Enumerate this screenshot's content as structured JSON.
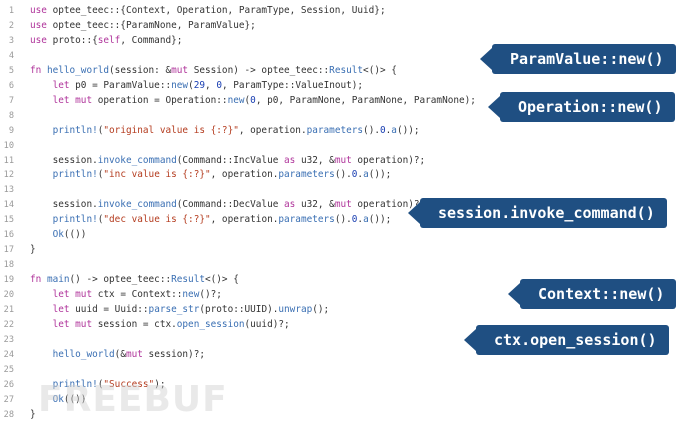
{
  "code": [
    {
      "n": "1",
      "tokens": [
        [
          "kw",
          "use"
        ],
        [
          "",
          "optee_teec::{Context, Operation, ParamType, Session, Uuid};"
        ]
      ]
    },
    {
      "n": "2",
      "tokens": [
        [
          "kw",
          "use"
        ],
        [
          "",
          "optee_teec::{ParamNone, ParamValue};"
        ]
      ]
    },
    {
      "n": "3",
      "tokens": [
        [
          "kw",
          "use"
        ],
        [
          "",
          "proto::{"
        ],
        [
          "kw",
          "self"
        ],
        [
          "",
          ", Command};"
        ]
      ]
    },
    {
      "n": "4",
      "tokens": []
    },
    {
      "n": "5",
      "tokens": [
        [
          "kw",
          "fn"
        ],
        [
          "fn",
          "hello_world"
        ],
        [
          "",
          "(session: &"
        ],
        [
          "kw",
          "mut"
        ],
        [
          "",
          " Session) -> optee_teec::"
        ],
        [
          "fn",
          "Result"
        ],
        [
          "",
          "<()> {"
        ]
      ]
    },
    {
      "n": "6",
      "tokens": [
        [
          "",
          "    "
        ],
        [
          "kw",
          "let"
        ],
        [
          "",
          " p0 = ParamValue::"
        ],
        [
          "fn",
          "new"
        ],
        [
          "",
          "("
        ],
        [
          "num",
          "29"
        ],
        [
          "",
          ", "
        ],
        [
          "num",
          "0"
        ],
        [
          "",
          ", ParamType::ValueInout);"
        ]
      ]
    },
    {
      "n": "7",
      "tokens": [
        [
          "",
          "    "
        ],
        [
          "kw",
          "let mut"
        ],
        [
          "",
          " operation = Operation::"
        ],
        [
          "fn",
          "new"
        ],
        [
          "",
          "("
        ],
        [
          "num",
          "0"
        ],
        [
          "",
          ", p0, ParamNone, ParamNone, ParamNone);"
        ]
      ]
    },
    {
      "n": "8",
      "tokens": []
    },
    {
      "n": "9",
      "tokens": [
        [
          "",
          "    "
        ],
        [
          "mac",
          "println!"
        ],
        [
          "",
          "("
        ],
        [
          "str",
          "\"original value is {:?}\""
        ],
        [
          "",
          ", operation."
        ],
        [
          "fn",
          "parameters"
        ],
        [
          "",
          "()."
        ],
        [
          "num",
          "0"
        ],
        [
          "",
          "."
        ],
        [
          "fn",
          "a"
        ],
        [
          "",
          "());"
        ]
      ]
    },
    {
      "n": "10",
      "tokens": []
    },
    {
      "n": "11",
      "tokens": [
        [
          "",
          "    session."
        ],
        [
          "fn",
          "invoke_command"
        ],
        [
          "",
          "(Command::IncValue "
        ],
        [
          "kw",
          "as"
        ],
        [
          "",
          " u32, &"
        ],
        [
          "kw",
          "mut"
        ],
        [
          "",
          " operation)?;"
        ]
      ]
    },
    {
      "n": "12",
      "tokens": [
        [
          "",
          "    "
        ],
        [
          "mac",
          "println!"
        ],
        [
          "",
          "("
        ],
        [
          "str",
          "\"inc value is {:?}\""
        ],
        [
          "",
          ", operation."
        ],
        [
          "fn",
          "parameters"
        ],
        [
          "",
          "()."
        ],
        [
          "num",
          "0"
        ],
        [
          "",
          "."
        ],
        [
          "fn",
          "a"
        ],
        [
          "",
          "());"
        ]
      ]
    },
    {
      "n": "13",
      "tokens": []
    },
    {
      "n": "14",
      "tokens": [
        [
          "",
          "    session."
        ],
        [
          "fn",
          "invoke_command"
        ],
        [
          "",
          "(Command::DecValue "
        ],
        [
          "kw",
          "as"
        ],
        [
          "",
          " u32, &"
        ],
        [
          "kw",
          "mut"
        ],
        [
          "",
          " operation)?;"
        ]
      ]
    },
    {
      "n": "15",
      "tokens": [
        [
          "",
          "    "
        ],
        [
          "mac",
          "println!"
        ],
        [
          "",
          "("
        ],
        [
          "str",
          "\"dec value is {:?}\""
        ],
        [
          "",
          ", operation."
        ],
        [
          "fn",
          "parameters"
        ],
        [
          "",
          "()."
        ],
        [
          "num",
          "0"
        ],
        [
          "",
          "."
        ],
        [
          "fn",
          "a"
        ],
        [
          "",
          "());"
        ]
      ]
    },
    {
      "n": "16",
      "tokens": [
        [
          "",
          "    "
        ],
        [
          "fn",
          "Ok"
        ],
        [
          "",
          "(())"
        ]
      ]
    },
    {
      "n": "17",
      "tokens": [
        [
          "",
          "}"
        ]
      ]
    },
    {
      "n": "18",
      "tokens": []
    },
    {
      "n": "19",
      "tokens": [
        [
          "kw",
          "fn"
        ],
        [
          "fn",
          "main"
        ],
        [
          "",
          "() -> optee_teec::"
        ],
        [
          "fn",
          "Result"
        ],
        [
          "",
          "<()> {"
        ]
      ]
    },
    {
      "n": "20",
      "tokens": [
        [
          "",
          "    "
        ],
        [
          "kw",
          "let mut"
        ],
        [
          "",
          " ctx = Context::"
        ],
        [
          "fn",
          "new"
        ],
        [
          "",
          "()?;"
        ]
      ]
    },
    {
      "n": "21",
      "tokens": [
        [
          "",
          "    "
        ],
        [
          "kw",
          "let"
        ],
        [
          "",
          " uuid = Uuid::"
        ],
        [
          "fn",
          "parse_str"
        ],
        [
          "",
          "(proto::UUID)."
        ],
        [
          "fn",
          "unwrap"
        ],
        [
          "",
          "();"
        ]
      ]
    },
    {
      "n": "22",
      "tokens": [
        [
          "",
          "    "
        ],
        [
          "kw",
          "let mut"
        ],
        [
          "",
          " session = ctx."
        ],
        [
          "fn",
          "open_session"
        ],
        [
          "",
          "(uuid)?;"
        ]
      ]
    },
    {
      "n": "23",
      "tokens": []
    },
    {
      "n": "24",
      "tokens": [
        [
          "",
          "    "
        ],
        [
          "fn",
          "hello_world"
        ],
        [
          "",
          "(&"
        ],
        [
          "kw",
          "mut"
        ],
        [
          "",
          " session)?;"
        ]
      ]
    },
    {
      "n": "25",
      "tokens": []
    },
    {
      "n": "26",
      "tokens": [
        [
          "",
          "    "
        ],
        [
          "mac",
          "println!"
        ],
        [
          "",
          "("
        ],
        [
          "str",
          "\"Success\""
        ],
        [
          "",
          ");"
        ]
      ]
    },
    {
      "n": "27",
      "tokens": [
        [
          "",
          "    "
        ],
        [
          "fn",
          "Ok"
        ],
        [
          "",
          "(())"
        ]
      ]
    },
    {
      "n": "28",
      "tokens": [
        [
          "",
          "}"
        ]
      ]
    }
  ],
  "callouts": [
    {
      "id": "param-value-new",
      "text": "ParamValue::new()"
    },
    {
      "id": "operation-new",
      "text": "Operation::new()"
    },
    {
      "id": "invoke-command",
      "text": "session.invoke_command()"
    },
    {
      "id": "context-new",
      "text": "Context::new()"
    },
    {
      "id": "open-session",
      "text": "ctx.open_session()"
    }
  ],
  "watermark": "FREEBUF",
  "colors": {
    "callout_bg": "#1f4f82",
    "keyword": "#b0359b",
    "function": "#3a6fb3",
    "string": "#b43c1f",
    "number": "#1a3fb2"
  }
}
